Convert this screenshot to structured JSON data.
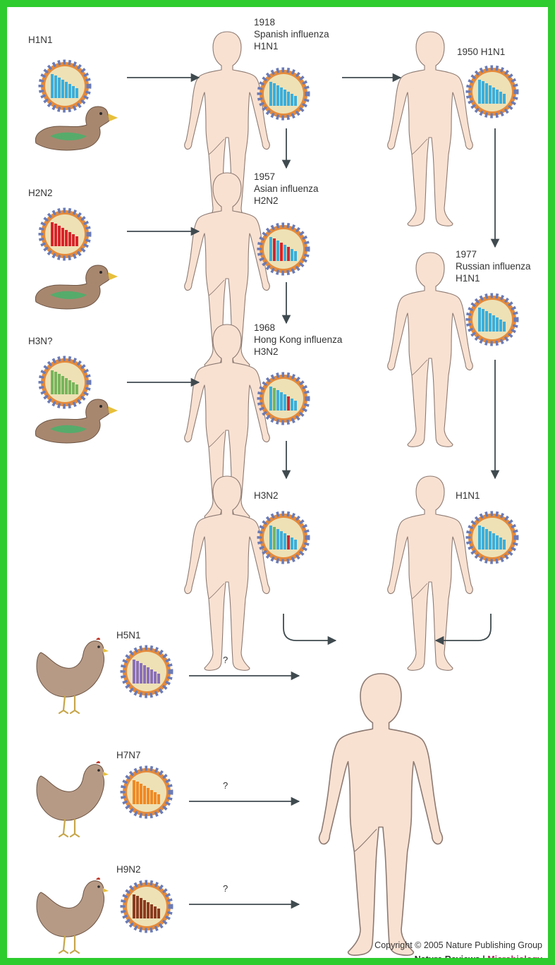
{
  "labels": {
    "avian_h1n1": "H1N1",
    "avian_h2n2": "H2N2",
    "avian_h3": "H3N?",
    "pandemic_1918_year": "1918",
    "pandemic_1918_name": "Spanish influenza",
    "pandemic_1918_strain": "H1N1",
    "pandemic_1957_year": "1957",
    "pandemic_1957_name": "Asian influenza",
    "pandemic_1957_strain": "H2N2",
    "pandemic_1968_year": "1968",
    "pandemic_1968_name": "Hong Kong influenza",
    "pandemic_1968_strain": "H3N2",
    "current_h3n2": "H3N2",
    "h1n1_1950": "1950 H1N1",
    "pandemic_1977_year": "1977",
    "pandemic_1977_name": "Russian influenza",
    "pandemic_1977_strain": "H1N1",
    "current_h1n1": "H1N1",
    "poultry_h5n1": "H5N1",
    "poultry_h7n7": "H7N7",
    "poultry_h9n2": "H9N2",
    "unknown_h5": "?",
    "unknown_h7": "?",
    "unknown_h9": "?"
  },
  "footer": {
    "copyright": "Copyright © 2005 Nature Publishing Group",
    "journal": "Nature Reviews",
    "separator": " | ",
    "section": "Microbiology"
  },
  "colors": {
    "frame": "#2ecc2e",
    "skin": "#f9e1d2",
    "skin_outline": "#8c7a72",
    "virus_core": "#eee1b6",
    "virus_ring": "#e58a3a",
    "virus_spike": "#6a7bb6",
    "arrow": "#3f4a4f",
    "h1": "#3aaedc",
    "h2": "#d8232a",
    "h3": "#77b55b",
    "h5": "#8a70b8",
    "h7": "#f08a24",
    "h9": "#8a3b1f",
    "duck_body": "#a8876f",
    "duck_wing": "#48b26b",
    "duck_bill": "#e7c03a",
    "chicken_body": "#b79a86",
    "journal_accent": "#b12a66"
  },
  "icons": [
    "duck-icon",
    "chicken-icon",
    "human-figure-icon",
    "virus-icon"
  ]
}
